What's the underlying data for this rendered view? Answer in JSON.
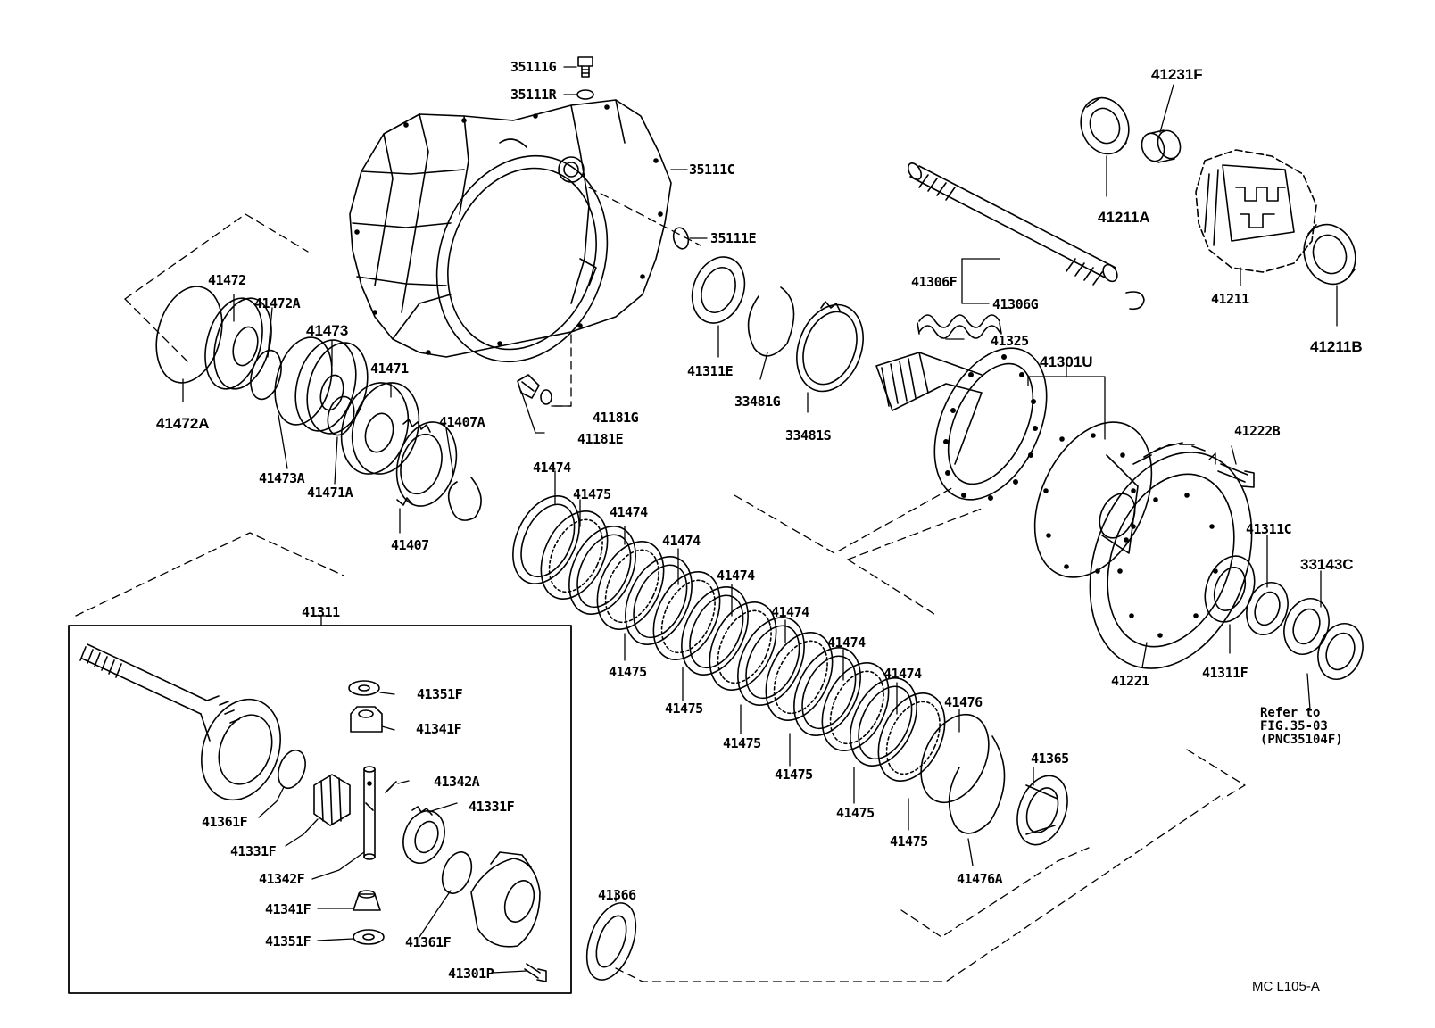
{
  "diagram": {
    "labels": [
      {
        "id": "35111g",
        "text": "35111G"
      },
      {
        "id": "35111r",
        "text": "35111R"
      },
      {
        "id": "35111c",
        "text": "35111C"
      },
      {
        "id": "35111e",
        "text": "35111E"
      },
      {
        "id": "41181g",
        "text": "41181G"
      },
      {
        "id": "41181e",
        "text": "41181E"
      },
      {
        "id": "41231f",
        "text": "41231F"
      },
      {
        "id": "41211a",
        "text": "41211A"
      },
      {
        "id": "41211",
        "text": "41211"
      },
      {
        "id": "41211b",
        "text": "41211B"
      },
      {
        "id": "41306f",
        "text": "41306F"
      },
      {
        "id": "41306g",
        "text": "41306G"
      },
      {
        "id": "41325",
        "text": "41325"
      },
      {
        "id": "41301u",
        "text": "41301U"
      },
      {
        "id": "41311e",
        "text": "41311E"
      },
      {
        "id": "33481g",
        "text": "33481G"
      },
      {
        "id": "33481s",
        "text": "33481S"
      },
      {
        "id": "41222b",
        "text": "41222B"
      },
      {
        "id": "41311c",
        "text": "41311C"
      },
      {
        "id": "33143c",
        "text": "33143C"
      },
      {
        "id": "41221",
        "text": "41221"
      },
      {
        "id": "41311f",
        "text": "41311F"
      },
      {
        "id": "41472",
        "text": "41472"
      },
      {
        "id": "41472a-top",
        "text": "41472A"
      },
      {
        "id": "41473",
        "text": "41473"
      },
      {
        "id": "41471",
        "text": "41471"
      },
      {
        "id": "41407a",
        "text": "41407A"
      },
      {
        "id": "41472a-bottom",
        "text": "41472A"
      },
      {
        "id": "41473a",
        "text": "41473A"
      },
      {
        "id": "41471a",
        "text": "41471A"
      },
      {
        "id": "41407",
        "text": "41407"
      },
      {
        "id": "41474-1",
        "text": "41474"
      },
      {
        "id": "41475-1",
        "text": "41475"
      },
      {
        "id": "41474-2",
        "text": "41474"
      },
      {
        "id": "41474-3",
        "text": "41474"
      },
      {
        "id": "41474-4",
        "text": "41474"
      },
      {
        "id": "41474-5",
        "text": "41474"
      },
      {
        "id": "41474-6",
        "text": "41474"
      },
      {
        "id": "41474-7",
        "text": "41474"
      },
      {
        "id": "41476",
        "text": "41476"
      },
      {
        "id": "41475-2",
        "text": "41475"
      },
      {
        "id": "41475-3",
        "text": "41475"
      },
      {
        "id": "41475-4",
        "text": "41475"
      },
      {
        "id": "41475-5",
        "text": "41475"
      },
      {
        "id": "41475-6",
        "text": "41475"
      },
      {
        "id": "41475-7",
        "text": "41475"
      },
      {
        "id": "41365",
        "text": "41365"
      },
      {
        "id": "41476a",
        "text": "41476A"
      },
      {
        "id": "41366",
        "text": "41366"
      },
      {
        "id": "41311",
        "text": "41311"
      },
      {
        "id": "41351f-top",
        "text": "41351F"
      },
      {
        "id": "41341f-top",
        "text": "41341F"
      },
      {
        "id": "41342a",
        "text": "41342A"
      },
      {
        "id": "41331f-right",
        "text": "41331F"
      },
      {
        "id": "41361f-left",
        "text": "41361F"
      },
      {
        "id": "41331f-left",
        "text": "41331F"
      },
      {
        "id": "41342f",
        "text": "41342F"
      },
      {
        "id": "41341f-bottom",
        "text": "41341F"
      },
      {
        "id": "41351f-bottom",
        "text": "41351F"
      },
      {
        "id": "41361f-right",
        "text": "41361F"
      },
      {
        "id": "41301p",
        "text": "41301P"
      }
    ],
    "reference_note": "Refer to\nFIG.35-03\n(PNC35104F)",
    "figure_code": "MC L105-A"
  }
}
